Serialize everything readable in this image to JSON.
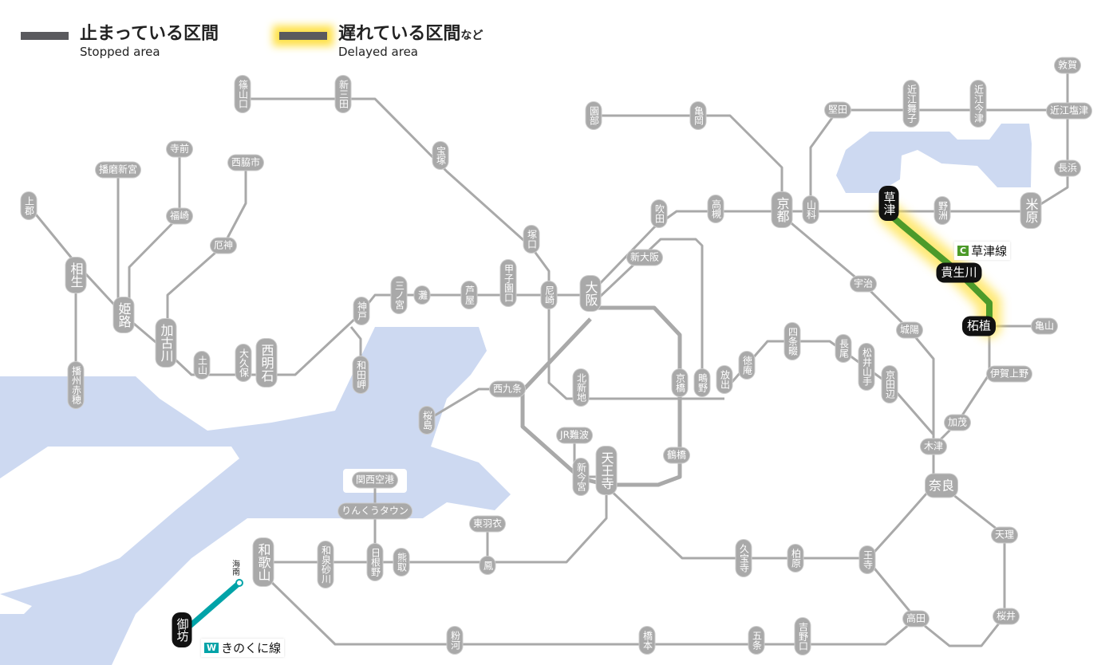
{
  "legend": {
    "stopped": {
      "jp": "止まっている区間",
      "en": "Stopped area"
    },
    "delayed": {
      "jp": "遅れている区間",
      "jp_suffix": "など",
      "en": "Delayed area"
    }
  },
  "colors": {
    "line": "#a9a9a9",
    "water": "#cdd9f1",
    "kusatsu": "#4c9a2a",
    "kinokuni": "#00a3a8",
    "delay_glow": "#ffe24a",
    "stopped": "#5a5a5e"
  },
  "lines": [
    {
      "code": "C",
      "name": "草津線",
      "color": "#4c9a2a",
      "status": "delayed"
    },
    {
      "code": "W",
      "name": "きのくに線",
      "color": "#00a3a8",
      "status": "normal"
    }
  ],
  "stations": [
    {
      "name": "篠山口",
      "style": "normal"
    },
    {
      "name": "新三田",
      "style": "normal"
    },
    {
      "name": "宝塚",
      "style": "normal"
    },
    {
      "name": "寺前",
      "style": "normal"
    },
    {
      "name": "播磨新宮",
      "style": "normal"
    },
    {
      "name": "西脇市",
      "style": "normal"
    },
    {
      "name": "上郡",
      "style": "normal"
    },
    {
      "name": "福崎",
      "style": "normal"
    },
    {
      "name": "厄神",
      "style": "normal"
    },
    {
      "name": "相生",
      "style": "major"
    },
    {
      "name": "姫路",
      "style": "major"
    },
    {
      "name": "加古川",
      "style": "major"
    },
    {
      "name": "土山",
      "style": "normal"
    },
    {
      "name": "大久保",
      "style": "normal"
    },
    {
      "name": "西明石",
      "style": "major"
    },
    {
      "name": "神戸",
      "style": "normal"
    },
    {
      "name": "和田岬",
      "style": "normal"
    },
    {
      "name": "播州赤穂",
      "style": "normal"
    },
    {
      "name": "三ノ宮",
      "style": "normal"
    },
    {
      "name": "灘",
      "style": "normal"
    },
    {
      "name": "芦屋",
      "style": "normal"
    },
    {
      "name": "甲子園口",
      "style": "normal"
    },
    {
      "name": "尼崎",
      "style": "normal"
    },
    {
      "name": "大阪",
      "style": "major"
    },
    {
      "name": "塚口",
      "style": "normal"
    },
    {
      "name": "園部",
      "style": "normal"
    },
    {
      "name": "亀岡",
      "style": "normal"
    },
    {
      "name": "吹田",
      "style": "normal"
    },
    {
      "name": "新大阪",
      "style": "normal"
    },
    {
      "name": "高槻",
      "style": "normal"
    },
    {
      "name": "京都",
      "style": "major"
    },
    {
      "name": "山科",
      "style": "normal"
    },
    {
      "name": "堅田",
      "style": "normal"
    },
    {
      "name": "近江舞子",
      "style": "normal"
    },
    {
      "name": "近江今津",
      "style": "normal"
    },
    {
      "name": "敦賀",
      "style": "normal"
    },
    {
      "name": "近江塩津",
      "style": "normal"
    },
    {
      "name": "長浜",
      "style": "normal"
    },
    {
      "name": "米原",
      "style": "major"
    },
    {
      "name": "野洲",
      "style": "normal"
    },
    {
      "name": "草津",
      "style": "affected"
    },
    {
      "name": "貴生川",
      "style": "affected"
    },
    {
      "name": "柘植",
      "style": "affected"
    },
    {
      "name": "亀山",
      "style": "normal"
    },
    {
      "name": "宇治",
      "style": "normal"
    },
    {
      "name": "城陽",
      "style": "normal"
    },
    {
      "name": "伊賀上野",
      "style": "normal"
    },
    {
      "name": "四条畷",
      "style": "normal"
    },
    {
      "name": "長尾",
      "style": "normal"
    },
    {
      "name": "松井山手",
      "style": "normal"
    },
    {
      "name": "京田辺",
      "style": "normal"
    },
    {
      "name": "徳庵",
      "style": "normal"
    },
    {
      "name": "放出",
      "style": "normal"
    },
    {
      "name": "鴫野",
      "style": "normal"
    },
    {
      "name": "京橋",
      "style": "normal"
    },
    {
      "name": "北新地",
      "style": "normal"
    },
    {
      "name": "西九条",
      "style": "normal"
    },
    {
      "name": "桜島",
      "style": "normal"
    },
    {
      "name": "加茂",
      "style": "normal"
    },
    {
      "name": "木津",
      "style": "normal"
    },
    {
      "name": "JR難波",
      "style": "normal"
    },
    {
      "name": "新今宮",
      "style": "normal"
    },
    {
      "name": "天王寺",
      "style": "major"
    },
    {
      "name": "鶴橋",
      "style": "normal"
    },
    {
      "name": "奈良",
      "style": "major"
    },
    {
      "name": "関西空港",
      "style": "normal"
    },
    {
      "name": "りんくうタウン",
      "style": "normal"
    },
    {
      "name": "東羽衣",
      "style": "normal"
    },
    {
      "name": "鳳",
      "style": "normal"
    },
    {
      "name": "熊取",
      "style": "normal"
    },
    {
      "name": "日根野",
      "style": "normal"
    },
    {
      "name": "和泉砂川",
      "style": "normal"
    },
    {
      "name": "和歌山",
      "style": "major"
    },
    {
      "name": "天理",
      "style": "normal"
    },
    {
      "name": "久宝寺",
      "style": "normal"
    },
    {
      "name": "柏原",
      "style": "normal"
    },
    {
      "name": "王寺",
      "style": "normal"
    },
    {
      "name": "高田",
      "style": "normal"
    },
    {
      "name": "桜井",
      "style": "normal"
    },
    {
      "name": "粉河",
      "style": "normal"
    },
    {
      "name": "橋本",
      "style": "normal"
    },
    {
      "name": "五条",
      "style": "normal"
    },
    {
      "name": "吉野口",
      "style": "normal"
    },
    {
      "name": "御坊",
      "style": "affected"
    },
    {
      "name": "海南",
      "style": "plain"
    }
  ]
}
